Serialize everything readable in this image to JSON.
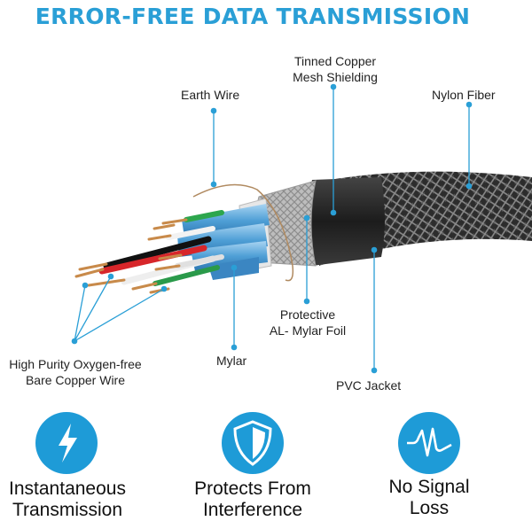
{
  "title": "ERROR-FREE DATA TRANSMISSION",
  "labels": {
    "tinned_copper": [
      "Tinned Copper",
      "Mesh Shielding"
    ],
    "earth_wire": "Earth Wire",
    "nylon_fiber": "Nylon Fiber",
    "protective_foil": [
      "Protective",
      "AL- Mylar Foil"
    ],
    "high_purity_copper": [
      "High Purity Oxygen-free",
      "Bare Copper Wire"
    ],
    "mylar": "Mylar",
    "pvc_jacket": "PVC Jacket"
  },
  "features": [
    {
      "icon": "lightning-bolt-icon",
      "line1": "Instantaneous",
      "line2": "Transmission"
    },
    {
      "icon": "shield-icon",
      "line1": "Protects From",
      "line2": "Interference"
    },
    {
      "icon": "signal-wave-icon",
      "line1": "No Signal",
      "line2": "Loss"
    }
  ],
  "colors": {
    "accent": "#2a9fd6",
    "jacket": "#2b2b2b",
    "copper": "#c88a4a"
  }
}
